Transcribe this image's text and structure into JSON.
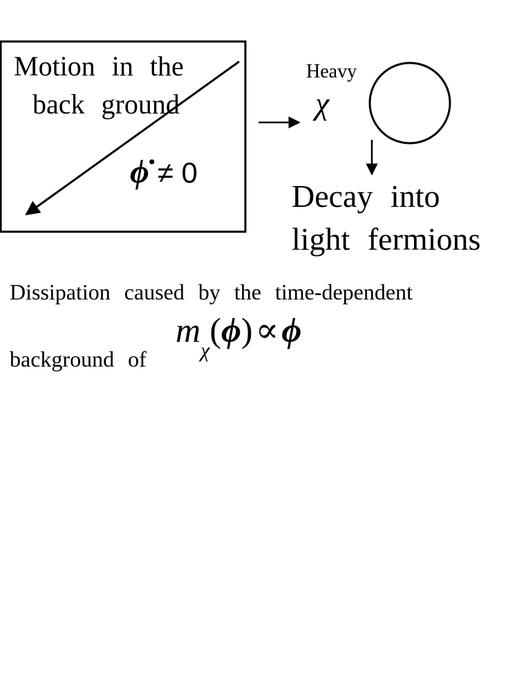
{
  "diagram": {
    "box_title_line1": "Motion in the",
    "box_title_line2": "back ground",
    "phi_dot_symbol": "ϕ̇",
    "phi_dot_rest": "≠ 0",
    "heavy_label": "Heavy",
    "chi_symbol": "χ",
    "decay_line1": "Decay into",
    "decay_line2": "light fermions"
  },
  "caption": {
    "line1": "Dissipation caused by the time-dependent",
    "line2": "background of",
    "formula": {
      "m": "m",
      "chi_sub": "χ",
      "open_paren": "(",
      "phi_arg": "ϕ",
      "close_paren": ")",
      "propto": "∝",
      "phi_rhs": "ϕ"
    }
  },
  "colors": {
    "stroke": "#000000",
    "background": "#ffffff"
  }
}
